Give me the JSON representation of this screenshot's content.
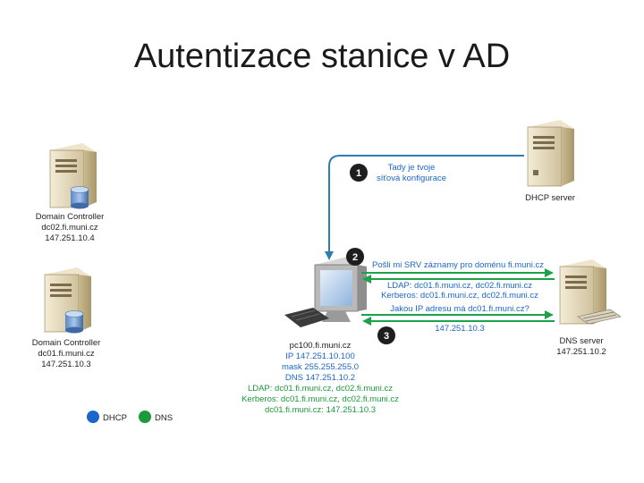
{
  "title": "Autentizace stanice v AD",
  "colors": {
    "dhcp": "#1b66c9",
    "dns": "#1a9a3a",
    "dhcp_arrow": "#2a7fb0",
    "dns_arrow": "#1aa34a",
    "server_beige": "#e8dcc0",
    "step_badge": "#1e1e1e"
  },
  "servers": {
    "dc02": {
      "line1": "Domain Controller",
      "line2": "dc02.fi.muni.cz",
      "line3": "147.251.10.4",
      "icon": "server-database-icon"
    },
    "dc01": {
      "line1": "Domain Controller",
      "line2": "dc01.fi.muni.cz",
      "line3": "147.251.10.3",
      "icon": "server-database-icon"
    },
    "dhcp": {
      "label": "DHCP server",
      "icon": "server-icon"
    },
    "dns": {
      "line1": "DNS server",
      "line2": "147.251.10.2",
      "icon": "server-network-icon"
    }
  },
  "client": {
    "hostname": "pc100.fi.muni.cz",
    "ip": "IP 147.251.10.100",
    "mask": "mask 255.255.255.0",
    "dns": "DNS 147.251.10.2",
    "ldap": "LDAP: dc01.fi.muni.cz, dc02.fi.muni.cz",
    "kerberos": "Kerberos: dc01.fi.muni.cz, dc02.fi.muni.cz",
    "dc01_resolved": "dc01.fi.muni.cz: 147.251.10.3",
    "icon": "workstation-icon"
  },
  "steps": [
    {
      "number": "1",
      "lines": [
        "Tady je tvoje",
        "síťová konfigurace"
      ]
    },
    {
      "number": "2",
      "request": "Pošli mi SRV záznamy pro doménu fi.muni.cz",
      "response": [
        "LDAP: dc01.fi.muni.cz, dc02.fi.muni.cz",
        "Kerberos: dc01.fi.muni.cz, dc02.fi.muni.cz"
      ]
    },
    {
      "number": "3",
      "request": "Jakou IP adresu má dc01.fi.muni.cz?",
      "response": "147.251.10.3"
    }
  ],
  "legend": [
    {
      "label": "DHCP",
      "color": "#1b66c9"
    },
    {
      "label": "DNS",
      "color": "#1a9a3a"
    }
  ]
}
